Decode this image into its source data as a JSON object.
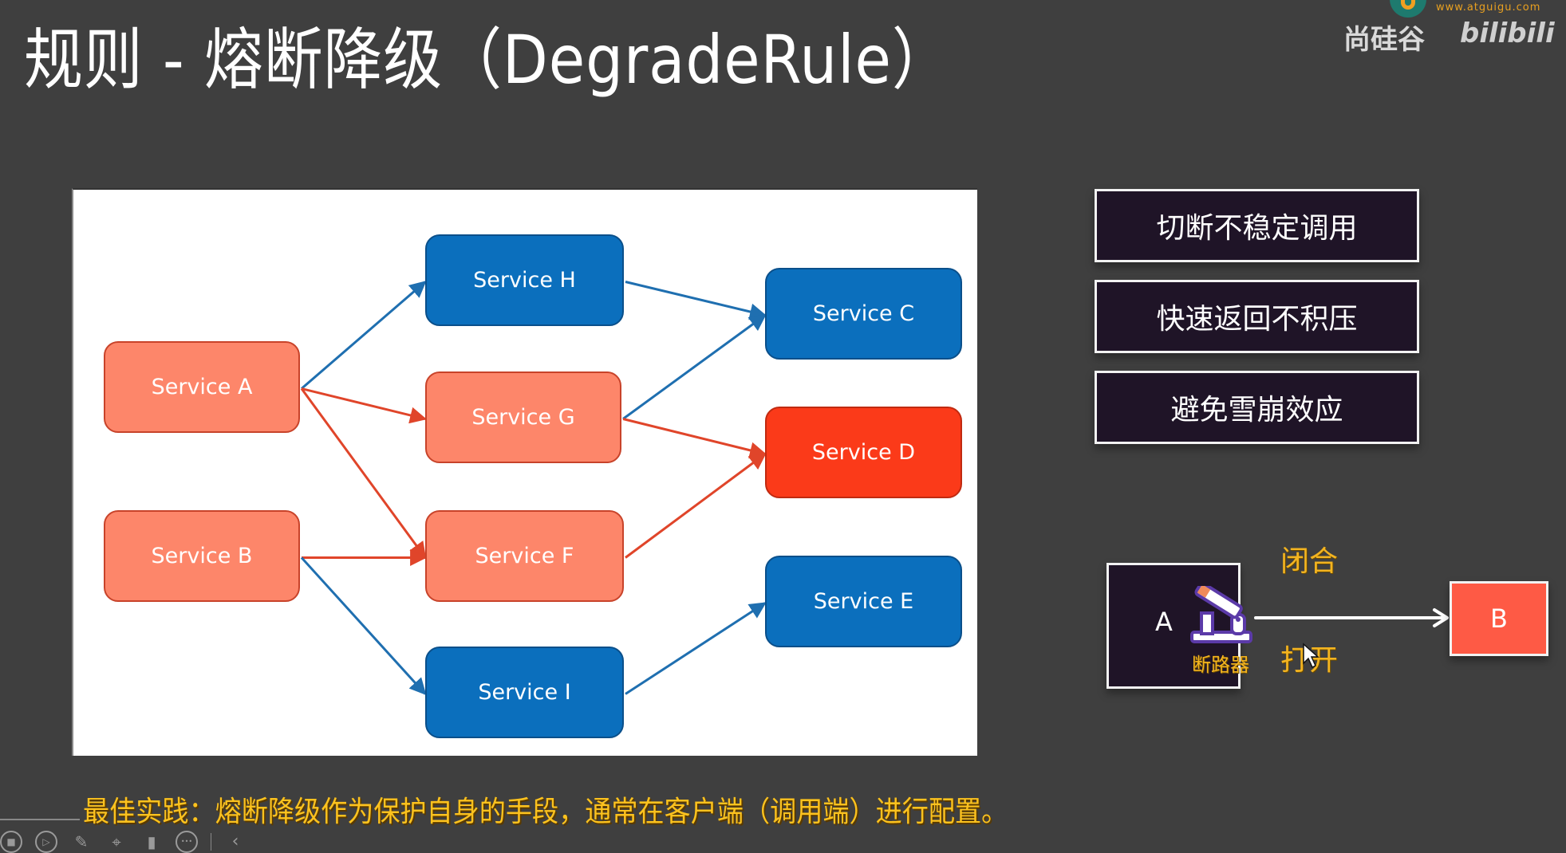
{
  "slide": {
    "title": "规则 - 熔断降级（DegradeRule）",
    "watermark": {
      "brand_name": "尚硅谷",
      "url": "www.atguigu.com",
      "platform": "bilibili"
    }
  },
  "diagram": {
    "services": [
      {
        "id": "A",
        "label": "Service A",
        "status": "affected"
      },
      {
        "id": "B",
        "label": "Service B",
        "status": "affected"
      },
      {
        "id": "H",
        "label": "Service H",
        "status": "healthy"
      },
      {
        "id": "G",
        "label": "Service G",
        "status": "affected"
      },
      {
        "id": "F",
        "label": "Service F",
        "status": "affected"
      },
      {
        "id": "I",
        "label": "Service I",
        "status": "healthy"
      },
      {
        "id": "C",
        "label": "Service C",
        "status": "healthy"
      },
      {
        "id": "D",
        "label": "Service D",
        "status": "failing"
      },
      {
        "id": "E",
        "label": "Service E",
        "status": "healthy"
      }
    ],
    "edges": [
      {
        "from": "A",
        "to": "H",
        "status": "healthy"
      },
      {
        "from": "A",
        "to": "G",
        "status": "affected"
      },
      {
        "from": "A",
        "to": "F",
        "status": "affected"
      },
      {
        "from": "B",
        "to": "F",
        "status": "affected"
      },
      {
        "from": "B",
        "to": "I",
        "status": "healthy"
      },
      {
        "from": "H",
        "to": "C",
        "status": "healthy"
      },
      {
        "from": "G",
        "to": "C",
        "status": "healthy"
      },
      {
        "from": "G",
        "to": "D",
        "status": "affected"
      },
      {
        "from": "F",
        "to": "D",
        "status": "affected"
      },
      {
        "from": "I",
        "to": "E",
        "status": "healthy"
      }
    ],
    "colors": {
      "healthy": "#0b6fbd",
      "affected": "#fd866a",
      "failing": "#fb3a19",
      "edge_healthy": "#1f6fb0",
      "edge_affected": "#e0452a"
    }
  },
  "benefits": [
    {
      "label": "切断不稳定调用"
    },
    {
      "label": "快速返回不积压"
    },
    {
      "label": "避免雪崩效应"
    }
  ],
  "circuit": {
    "caller": "A",
    "callee": "B",
    "breaker_label": "断路器",
    "closed_label": "闭合",
    "open_label": "打开",
    "callee_color": "#fe5a45"
  },
  "footer": {
    "best_practice": "最佳实践：熔断降级作为保护自身的手段，通常在客户端（调用端）进行配置。"
  },
  "player_controls": [
    {
      "icon": "stop-icon",
      "glyph": "■"
    },
    {
      "icon": "play-icon",
      "glyph": "▷"
    },
    {
      "icon": "pen-icon",
      "glyph": "✎"
    },
    {
      "icon": "screenshot-icon",
      "glyph": "⌖"
    },
    {
      "icon": "camera-icon",
      "glyph": "▮"
    },
    {
      "icon": "more-icon",
      "glyph": "•••"
    },
    {
      "icon": "back-icon",
      "glyph": "‹"
    }
  ]
}
